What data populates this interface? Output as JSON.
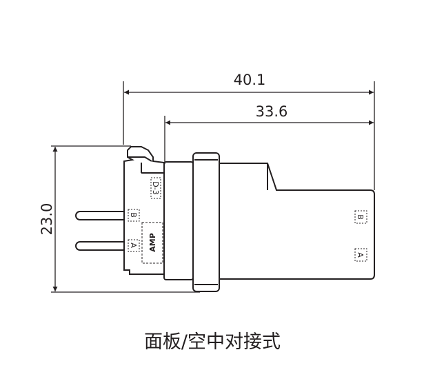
{
  "dimensions": {
    "overall_length": "40.1",
    "body_length": "33.6",
    "height": "23.0"
  },
  "panel_side": {
    "tag_top": "D-3",
    "tag_b": "B",
    "tag_a": "A",
    "brand": "AMP"
  },
  "plug_side": {
    "tag_b": "B",
    "tag_a": "A"
  },
  "caption": "面板/空中对接式",
  "colors": {
    "line": "#231f20",
    "background": "#ffffff"
  }
}
